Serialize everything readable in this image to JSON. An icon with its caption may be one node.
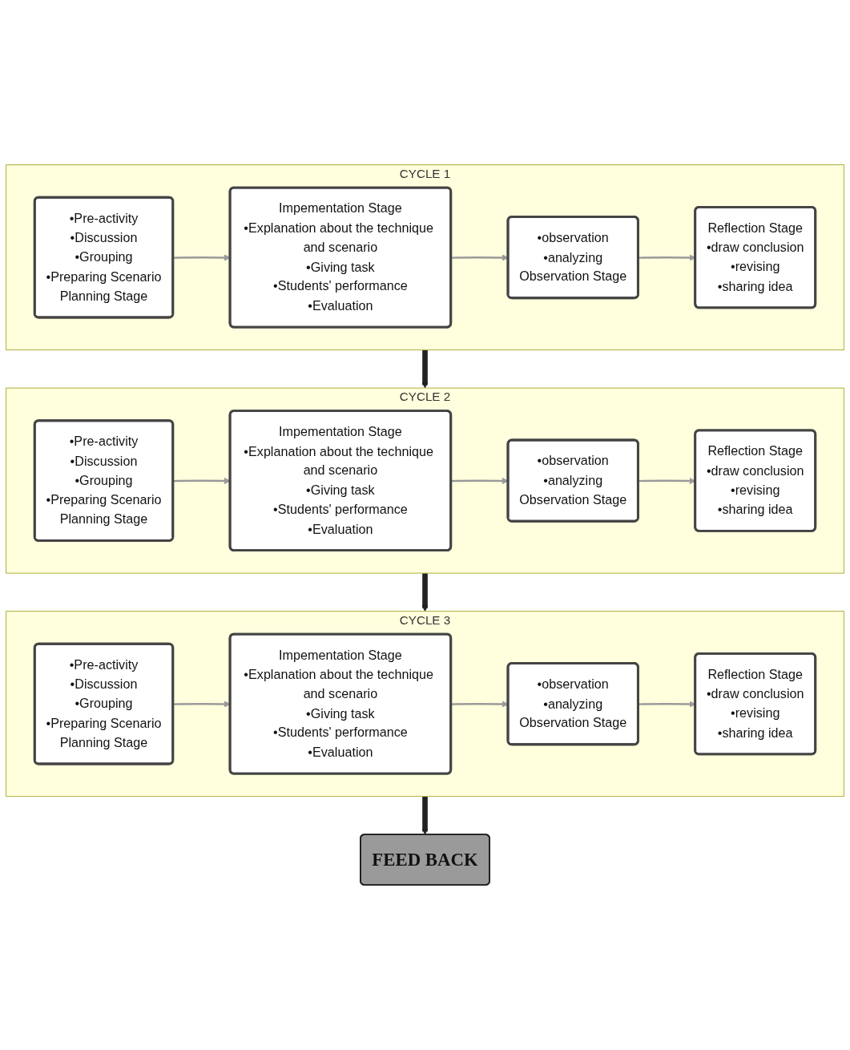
{
  "diagram": {
    "nodes": [
      {
        "text": [
          "CYCLE 1"
        ]
      },
      {
        "text": [
          "•Pre-activity",
          "•Discussion",
          "•Grouping",
          "•Preparing Scenario",
          "Planning Stage"
        ],
        "in": 0
      },
      {
        "text": [
          "Impementation Stage",
          "•Explanation about the technique and scenario",
          "•Giving task",
          "•Students' performance",
          "•Evaluation"
        ],
        "in": 0
      },
      {
        "text": [
          "•observation",
          "•analyzing",
          "Observation Stage"
        ],
        "in": 0
      },
      {
        "text": [
          "Reflection Stage",
          "•draw conclusion",
          "•revising",
          "•sharing idea"
        ],
        "in": 0
      },
      {
        "text": [
          "CYCLE 2"
        ]
      },
      {
        "text": [
          "•Pre-activity",
          "•Discussion",
          "•Grouping",
          "•Preparing Scenario",
          "Planning Stage"
        ],
        "in": 5
      },
      {
        "text": [
          "Impementation Stage",
          "•Explanation about the technique and scenario",
          "•Giving task",
          "•Students' performance",
          "•Evaluation"
        ],
        "in": 5
      },
      {
        "text": [
          "•observation",
          "•analyzing",
          "Observation Stage"
        ],
        "in": 5
      },
      {
        "text": [
          "Reflection Stage",
          "•draw conclusion",
          "•revising",
          "•sharing idea"
        ],
        "in": 5
      },
      {
        "text": [
          "CYCLE 3"
        ]
      },
      {
        "text": [
          "•Pre-activity",
          "•Discussion",
          "•Grouping",
          "•Preparing Scenario",
          "Planning Stage"
        ],
        "in": 10
      },
      {
        "text": [
          "Impementation Stage",
          "•Explanation about the technique and scenario",
          "•Giving task",
          "•Students' performance",
          "•Evaluation"
        ],
        "in": 10
      },
      {
        "text": [
          "•observation",
          "•analyzing",
          "Observation Stage"
        ],
        "in": 10
      },
      {
        "text": [
          "Reflection Stage",
          "•draw conclusion",
          "•revising",
          "•sharing idea"
        ],
        "in": 10
      },
      {
        "text": [
          "FEED BACK"
        ]
      }
    ],
    "edges": [
      {
        "from": 1,
        "to": 2,
        "arrow": "to"
      },
      {
        "from": 2,
        "to": 3,
        "arrow": "to"
      },
      {
        "from": 3,
        "to": 4,
        "arrow": "to"
      },
      {
        "from": 0,
        "to": 5,
        "arrow": "to",
        "style": "thick",
        "color": "#222222"
      },
      {
        "from": 6,
        "to": 7,
        "arrow": "to"
      },
      {
        "from": 7,
        "to": 8,
        "arrow": "to"
      },
      {
        "from": 8,
        "to": 9,
        "arrow": "to"
      },
      {
        "from": 5,
        "to": 10,
        "arrow": "to",
        "style": "thick",
        "color": "#222222"
      },
      {
        "from": 11,
        "to": 12,
        "arrow": "to"
      },
      {
        "from": 12,
        "to": 13,
        "arrow": "to"
      },
      {
        "from": 13,
        "to": 14,
        "arrow": "to"
      },
      {
        "from": 10,
        "to": 15,
        "arrow": "to",
        "style": "thick",
        "color": "#222222"
      }
    ]
  }
}
